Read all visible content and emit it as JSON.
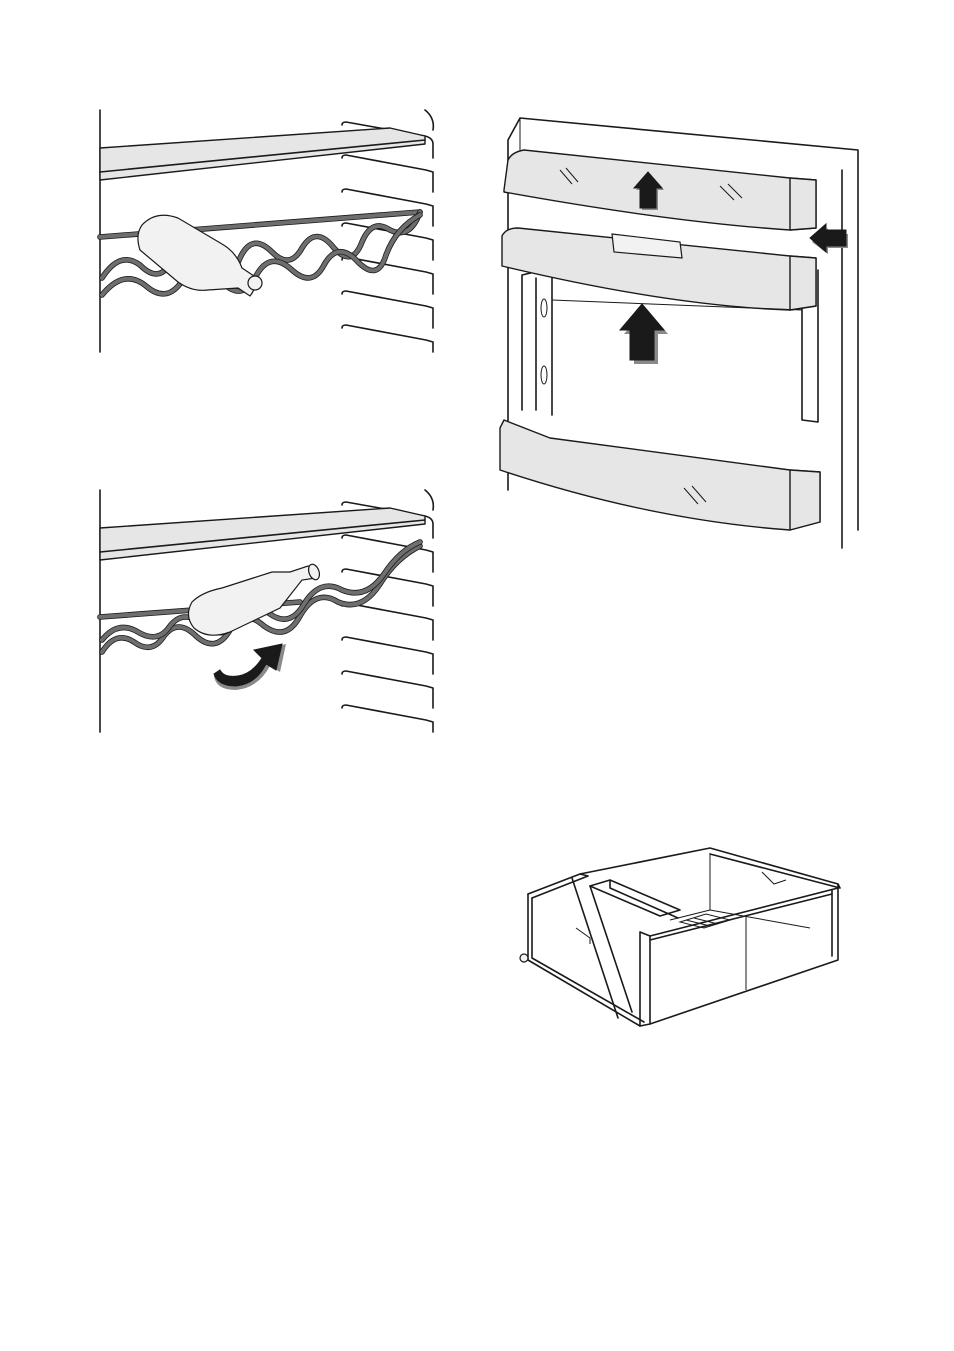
{
  "figures": [
    {
      "id": "wine-rack-bottle-lying",
      "icon": "wine-rack-with-bottle"
    },
    {
      "id": "wine-rack-bottle-tilted",
      "icon": "wine-rack-insert-bottle-arrow"
    },
    {
      "id": "door-shelf-removal",
      "icon": "door-balcony-lift-arrows"
    },
    {
      "id": "vegetable-drawer",
      "icon": "crisper-drawer-with-divider"
    }
  ],
  "colors": {
    "line": "#1a1a1a",
    "fill_panel": "#e6e6e6",
    "wire": "#6e6e6e",
    "arrow": "#1a1a1a"
  }
}
